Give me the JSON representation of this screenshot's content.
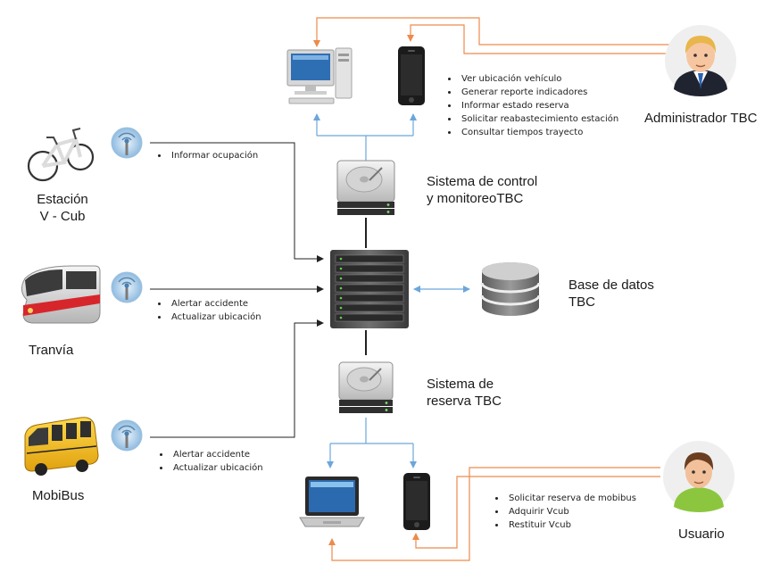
{
  "nodes": {
    "administrador": "Administrador TBC",
    "usuario": "Usuario",
    "sistema_control": [
      "Sistema de control",
      "y monitoreoTBC"
    ],
    "sistema_reserva": [
      "Sistema de",
      "reserva TBC"
    ],
    "base_datos": [
      "Base de datos",
      "TBC"
    ],
    "estacion": [
      "Estación",
      "V - Cub"
    ],
    "tranvia": "Tranvía",
    "mobibus": "MobiBus"
  },
  "lists": {
    "admin_actions": [
      "Ver ubicación vehículo",
      "Generar reporte indicadores",
      "Informar estado reserva",
      "Solicitar reabastecimiento estación",
      "Consultar tiempos trayecto"
    ],
    "estacion_msgs": [
      "Informar ocupación"
    ],
    "tranvia_msgs": [
      "Alertar accidente",
      "Actualizar ubicación"
    ],
    "mobibus_msgs": [
      "Alertar accidente",
      "Actualizar ubicación"
    ],
    "usuario_actions": [
      "Solicitar reserva de mobibus",
      "Adquirir Vcub",
      "Restituir Vcub"
    ]
  },
  "colors": {
    "orange_arrow": "#ee8a4a",
    "blue_arrow": "#6ca6db",
    "black_line": "#222222"
  },
  "icons": {
    "admin_avatar": "businessman-avatar",
    "user_avatar": "user-avatar",
    "desktop": "desktop-computer-icon",
    "phone": "smartphone-icon",
    "laptop": "laptop-icon",
    "server": "server-rack-icon",
    "hdd": "hard-drive-icon",
    "database": "database-icon",
    "bike": "bicycle-icon",
    "tram": "tram-icon",
    "bus": "school-bus-icon",
    "antenna": "wireless-antenna-icon"
  }
}
